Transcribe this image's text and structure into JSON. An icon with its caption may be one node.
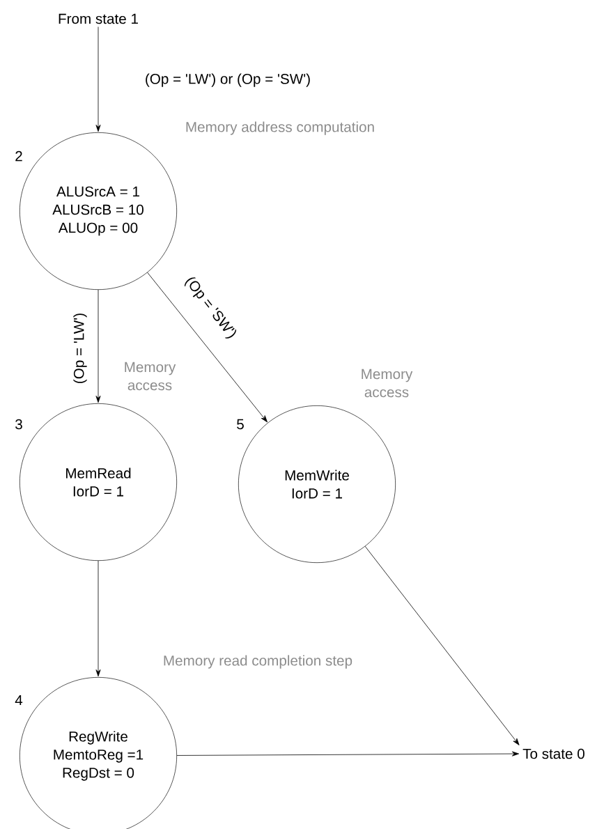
{
  "diagram": {
    "nodes": [
      {
        "text": [
          "From state 1"
        ]
      },
      {
        "text": [
          "ALUSrcA = 1",
          "ALUSrcB = 10",
          "ALUOp = 00"
        ],
        "beside": [
          "2",
          "Memory address computation"
        ]
      },
      {
        "text": [
          "MemRead",
          "IorD = 1"
        ],
        "beside": [
          "3",
          "Memory access"
        ]
      },
      {
        "text": [
          "MemWrite",
          "IorD = 1"
        ],
        "beside": [
          "5",
          "Memory access"
        ]
      },
      {
        "text": [
          "RegWrite",
          "MemtoReg =1",
          "RegDst = 0"
        ],
        "beside": [
          "4",
          "Memory read completion step"
        ]
      },
      {
        "text": [
          "To state 0"
        ]
      }
    ],
    "edges": [
      {
        "from": 0,
        "to": 1,
        "arrow": "to",
        "label": "(Op = 'LW') or (Op = 'SW')"
      },
      {
        "from": 1,
        "to": 2,
        "arrow": "to",
        "label": "(Op = 'LW')"
      },
      {
        "from": 1,
        "to": 3,
        "arrow": "to",
        "label": "(Op = 'SW')"
      },
      {
        "from": 2,
        "to": 4,
        "arrow": "to"
      },
      {
        "from": 3,
        "to": 5,
        "arrow": "to"
      },
      {
        "from": 4,
        "to": 5,
        "arrow": "to"
      }
    ]
  }
}
